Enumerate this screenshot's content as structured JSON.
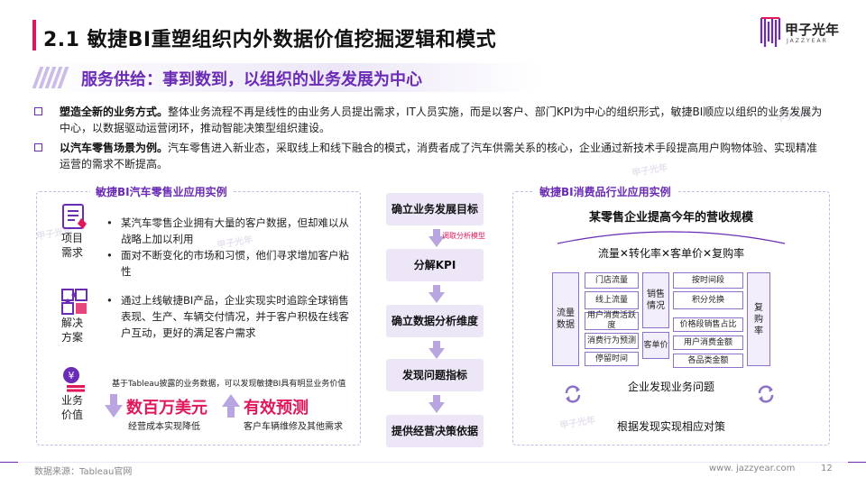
{
  "header": {
    "title": "2.1 敏捷BI重塑组织内外数据价值挖掘逻辑和模式",
    "logo_cn": "甲子光年",
    "logo_en": "JAZZYEAR"
  },
  "subtitle": "服务供给：事到数到，以组织的业务发展为中心",
  "bullets": [
    {
      "bold": "塑造全新的业务方式。",
      "text": "整体业务流程不再是线性的由业务人员提出需求，IT人员实施，而是以客户、部门KPI为中心的组织形式，敏捷BI顺应以组织的业务发展为中心，以数据驱动运营闭环，推动智能决策型组织建设。"
    },
    {
      "bold": "以汽车零售场景为例。",
      "text": "汽车零售进入新业态，采取线上和线下融合的模式，消费者成了汽车供需关系的核心，企业通过新技术手段提高用户购物体验、实现精准运营的需求不断提高。"
    }
  ],
  "left_panel": {
    "title": "敏捷BI汽车零售业应用实例",
    "sections": [
      {
        "label": "项目\n需求",
        "icon": "document-list-icon",
        "items": [
          "某汽车零售企业拥有大量的客户数据，但却难以从战略上加以利用",
          "面对不断变化的市场和习惯，他们寻求增加客户粘性"
        ]
      },
      {
        "label": "解决\n方案",
        "icon": "puzzle-icon",
        "items": [
          "通过上线敏捷BI产品，企业实现实时追踪全球销售表现、生产、车辆交付情况，并于客户积极在线客户互动，更好的满足客户需求"
        ]
      },
      {
        "label": "业务\n价值",
        "icon": "money-stack-icon",
        "intro": "基于Tableau披露的业务数据，可以发现敏捷BI具有明显业务价值",
        "values": [
          {
            "big": "数百万美元",
            "small": "经营成本实现降低",
            "arrow": "down"
          },
          {
            "big": "有效预测",
            "small": "客户车辆维修及其他需求",
            "arrow": "up"
          }
        ]
      }
    ]
  },
  "flow": {
    "steps": [
      "确立业务发展目标",
      "分解KPI",
      "确立数据分析维度",
      "发现问题指标",
      "提供经营决策依据"
    ],
    "note": "调取分析模型"
  },
  "right_panel": {
    "title": "敏捷BI消费品行业应用实例",
    "heading": "某零售企业提高今年的营收规模",
    "formula": "流量✕转化率✕客单价✕复购率",
    "grid": {
      "left_big": "流量\n数据",
      "col1": [
        "门店流量",
        "线上流量",
        "用户消费活跃度",
        "消费行为预测",
        "停留时间"
      ],
      "mid_top": "销售\n情况",
      "mid_bottom": "客单价",
      "col3": [
        "按时间段",
        "积分兑换",
        "价格段销售占比",
        "用户消费金额",
        "各品类金额"
      ],
      "right_big": "复\n购\n率"
    },
    "issue": "企业发现业务问题",
    "solution": "根据发现实现相应对策"
  },
  "footer": {
    "source": "数据来源：Tableau官网",
    "site": "www. jazzyear.com",
    "page": "12"
  },
  "colors": {
    "accent_pink": "#e0185a",
    "accent_purple": "#6a2bb5",
    "flow_fill": "#ece6f7"
  }
}
